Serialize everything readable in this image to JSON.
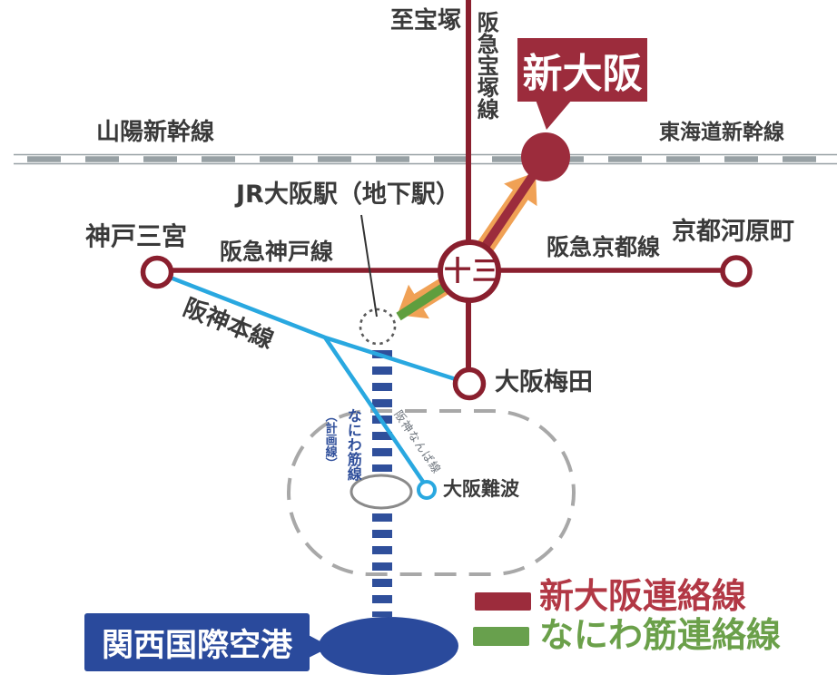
{
  "map": {
    "callout": {
      "shin_osaka": "新大阪"
    },
    "top": {
      "to_takarazuka": "至宝塚",
      "takarazuka_line": "阪急宝塚線"
    },
    "shinkansen": {
      "sanyo": "山陽新幹線",
      "tokaido": "東海道新幹線"
    },
    "stations": {
      "jr_osaka": "JR大阪駅（地下駅）",
      "kobe_sannomiya": "神戸三宮",
      "juso": "十三",
      "kyoto_kawaramachi": "京都河原町",
      "osaka_umeda": "大阪梅田",
      "osaka_namba": "大阪難波",
      "kansai_airport": "関西国際空港"
    },
    "lines": {
      "hankyu_kobe": "阪急神戸線",
      "hankyu_kyoto": "阪急京都線",
      "hanshin_main": "阪神本線",
      "hanshin_namba": "阪神なんば線",
      "naniwasuji": "なにわ筋線",
      "naniwasuji_planned": "（計画線）"
    },
    "legend": [
      {
        "label": "新大阪連絡線",
        "color": "#9c2c3c"
      },
      {
        "label": "なにわ筋連絡線",
        "color": "#68a04d"
      }
    ],
    "colors": {
      "maroon_line": "#8a1f2e",
      "maroon_fill": "#9c2c3c",
      "legend_red_text": "#b23845",
      "orange": "#f0a155",
      "green": "#5f9e3e",
      "legend_green": "#68a04d",
      "legend_green_text": "#6ba04a",
      "hanshin_blue": "#29a8e0",
      "navy": "#2f4f9b",
      "airport_navy": "#2a4a9c",
      "shinkansen_gray": "#97a0a4",
      "loop_gray": "#a8a8a8",
      "text_dark": "#3a3a3a"
    }
  }
}
